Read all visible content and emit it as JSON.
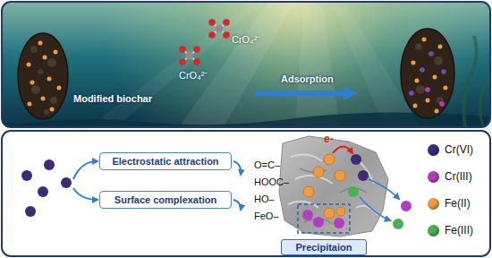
{
  "diagram": {
    "nodes": [
      {
        "text": [
          "Electrostatic attraction"
        ]
      },
      {
        "text": [
          "Surface complexation"
        ]
      },
      {
        "text": [
          "Precipitaion"
        ]
      }
    ],
    "labels": [
      "Modified biochar",
      "CrO₄²⁻",
      "CrO₄²⁻",
      "Adsorption",
      "O=C–",
      "HOOC–",
      "HO–",
      "FeO–",
      "e-"
    ],
    "legend": [
      {
        "text": "Cr(VI)",
        "color": "#3d2b78"
      },
      {
        "text": "Cr(III)",
        "color": "#b43cc4"
      },
      {
        "text": "Fe(II)",
        "color": "#f39a3d"
      },
      {
        "text": "Fe(III)",
        "color": "#4caf50"
      }
    ]
  }
}
